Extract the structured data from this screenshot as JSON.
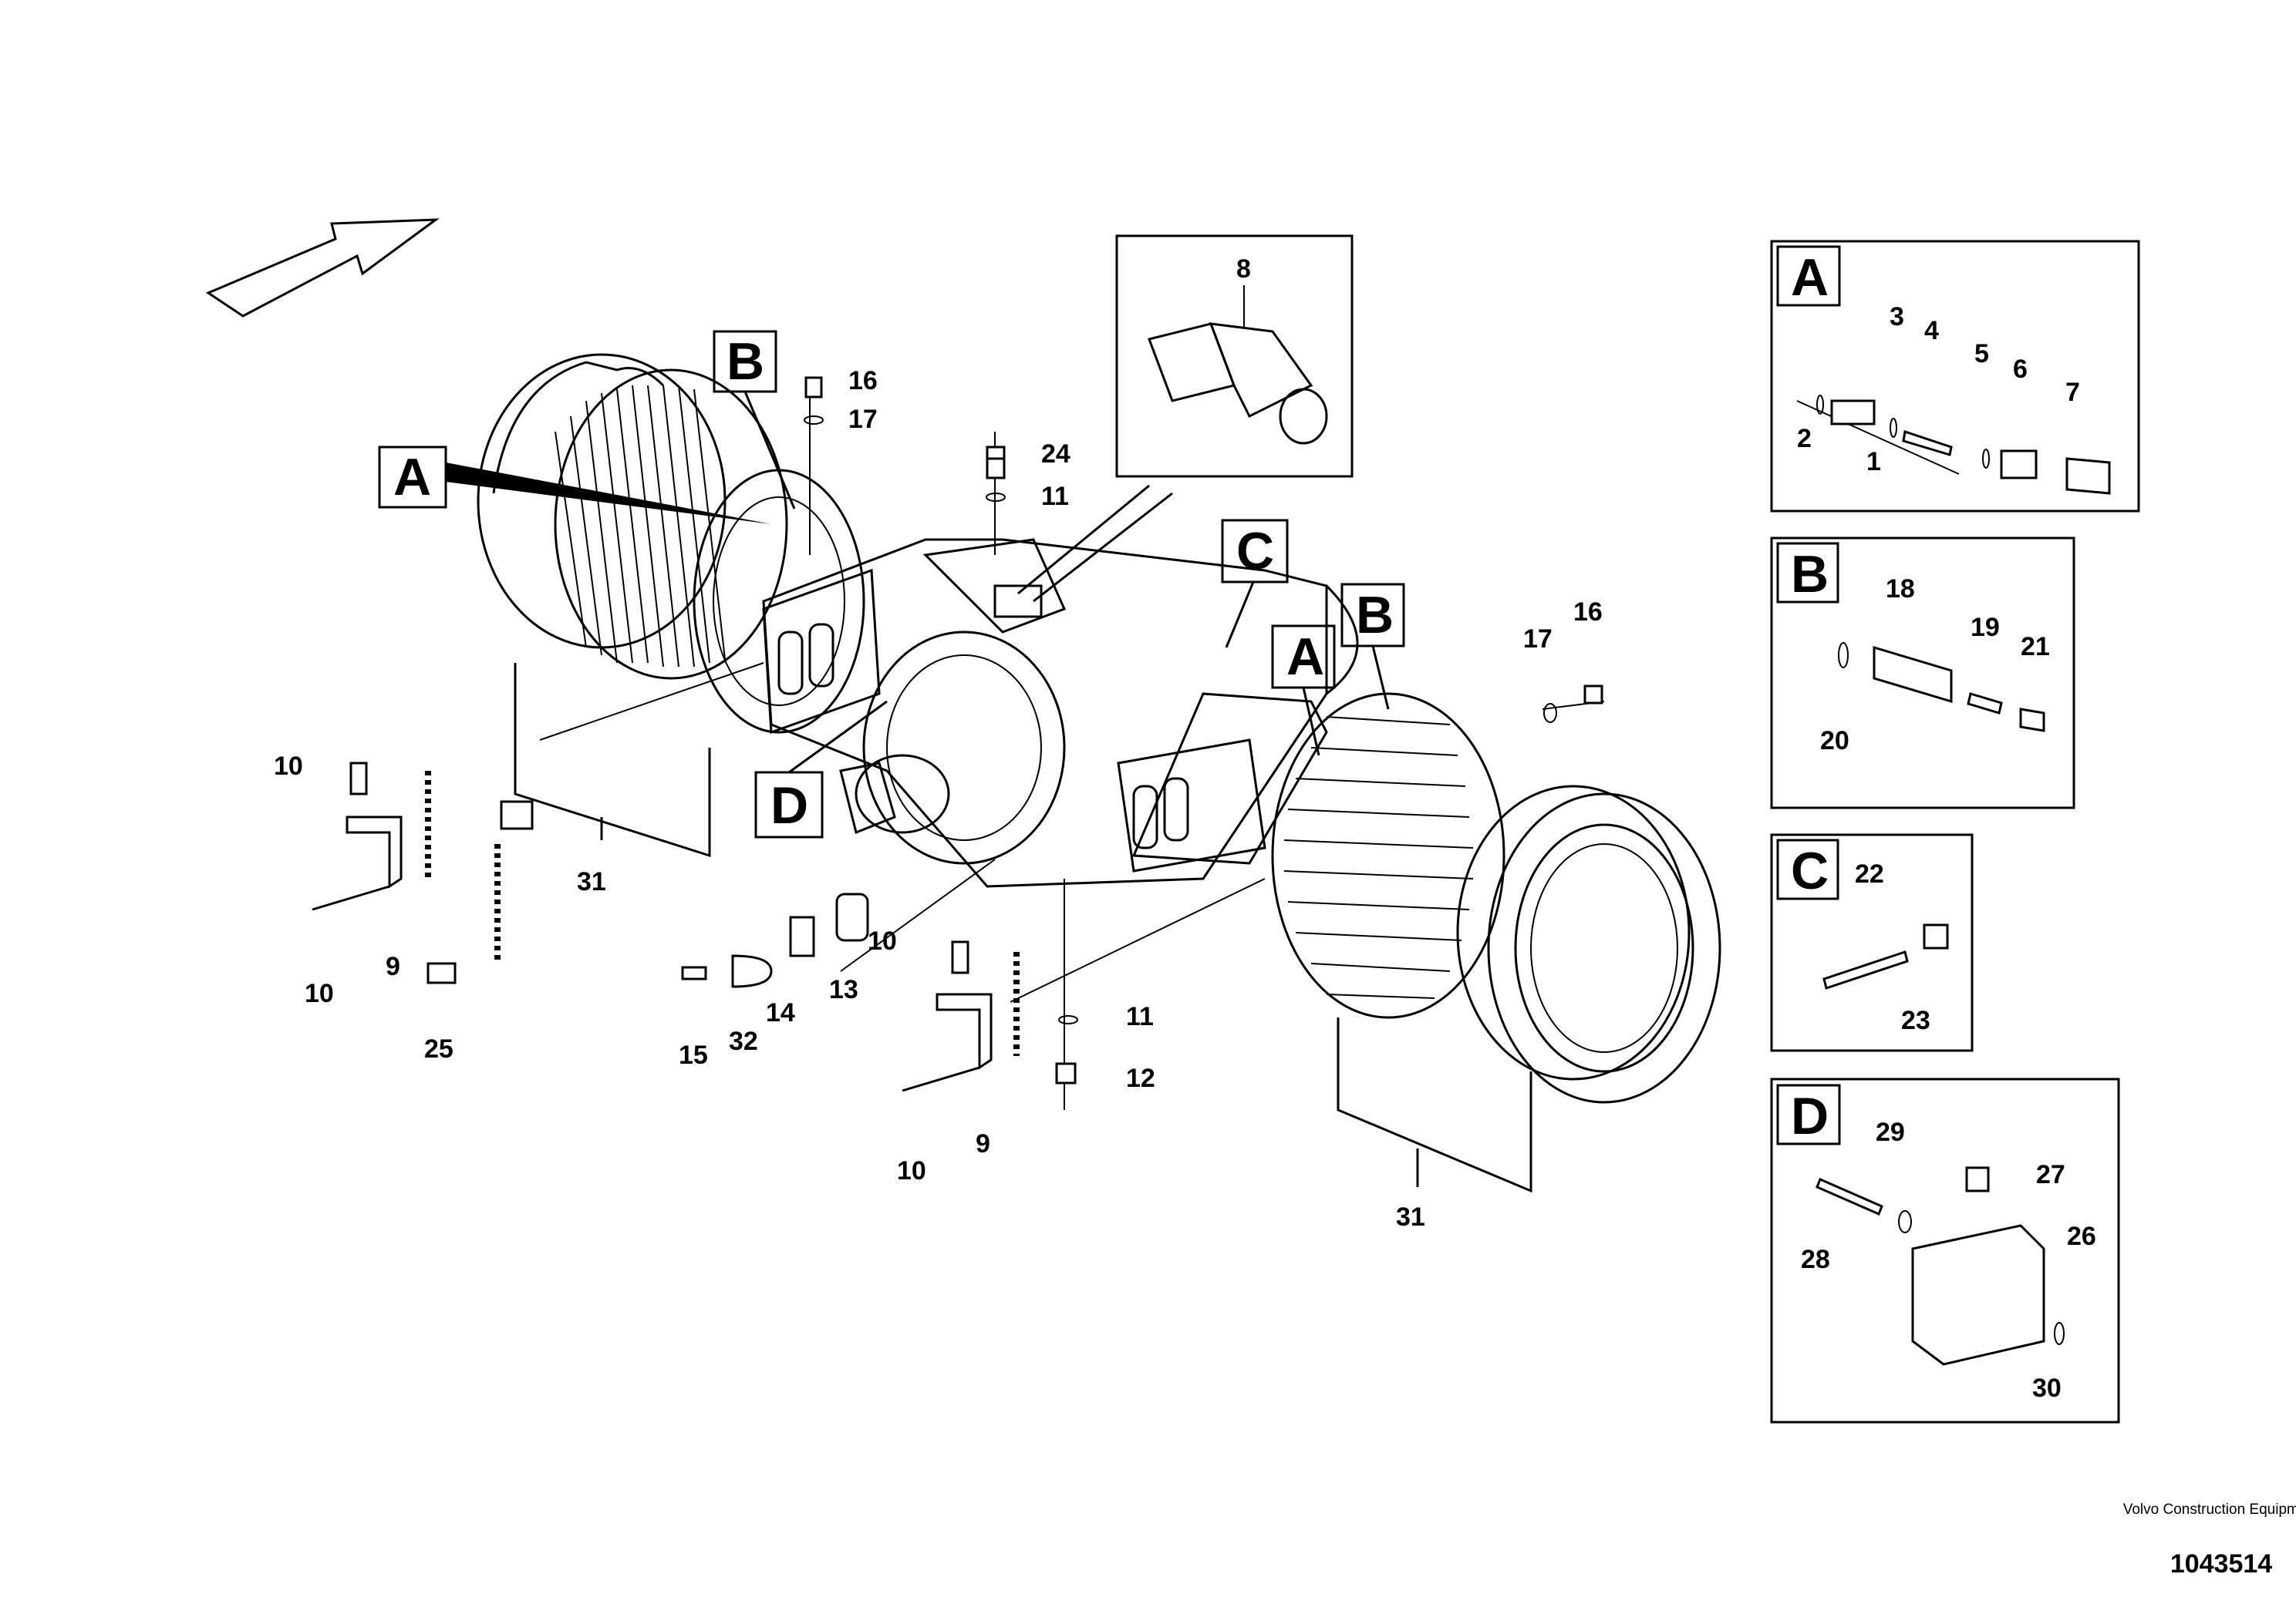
{
  "callouts": {
    "c1": "1",
    "c2": "2",
    "c3": "3",
    "c4": "4",
    "c5": "5",
    "c6": "6",
    "c7": "7",
    "c8": "8",
    "c9a": "9",
    "c9b": "9",
    "c10a": "10",
    "c10b": "10",
    "c10c": "10",
    "c10d": "10",
    "c11a": "11",
    "c11b": "11",
    "c12": "12",
    "c13": "13",
    "c14": "14",
    "c15": "15",
    "c16a": "16",
    "c16b": "16",
    "c17a": "17",
    "c17b": "17",
    "c18": "18",
    "c19": "19",
    "c20": "20",
    "c21": "21",
    "c22": "22",
    "c23": "23",
    "c24": "24",
    "c25": "25",
    "c26": "26",
    "c27": "27",
    "c28": "28",
    "c29": "29",
    "c30": "30",
    "c31a": "31",
    "c31b": "31",
    "c32": "32"
  },
  "detail_labels": {
    "main_a1": "A",
    "main_a2": "A",
    "main_b1": "B",
    "main_b2": "B",
    "main_c": "C",
    "main_d": "D",
    "panel_a": "A",
    "panel_b": "B",
    "panel_c": "C",
    "panel_d": "D"
  },
  "credit": {
    "company": "Volvo Construction Equipment",
    "figure_number": "1043514"
  },
  "icons": [
    "direction-arrow-icon"
  ]
}
